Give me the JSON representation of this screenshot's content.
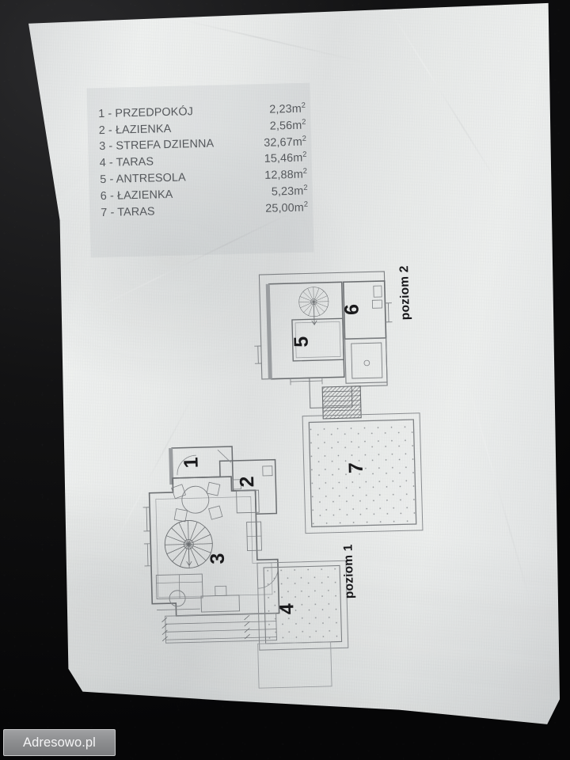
{
  "photo": {
    "subject": "printed apartment floor plan sheet photographed on a dark desk",
    "background_color": "#111113",
    "paper_color": "#e9ebea",
    "ink_color": "#55585c"
  },
  "legend": {
    "rows": [
      {
        "num": "1",
        "sep": "-",
        "name": "PRZEDPOKÓJ",
        "area": "2,23",
        "unit": "m",
        "exp": "2"
      },
      {
        "num": "2",
        "sep": "-",
        "name": "ŁAZIENKA",
        "area": "2,56",
        "unit": "m",
        "exp": "2"
      },
      {
        "num": "3",
        "sep": "-",
        "name": "STREFA DZIENNA",
        "area": "32,67",
        "unit": "m",
        "exp": "2"
      },
      {
        "num": "4",
        "sep": "-",
        "name": "TARAS",
        "area": "15,46",
        "unit": "m",
        "exp": "2"
      },
      {
        "num": "5",
        "sep": "-",
        "name": "ANTRESOLA",
        "area": "12,88",
        "unit": "m",
        "exp": "2"
      },
      {
        "num": "6",
        "sep": "-",
        "name": "ŁAZIENKA",
        "area": "5,23",
        "unit": "m",
        "exp": "2"
      },
      {
        "num": "7",
        "sep": "-",
        "name": "TARAS",
        "area": "25,00",
        "unit": "m",
        "exp": "2"
      }
    ]
  },
  "plan": {
    "levels": [
      {
        "id": "upper",
        "label": "poziom 2"
      },
      {
        "id": "lower",
        "label": "poziom 1"
      }
    ],
    "room_numbers": {
      "r1": "1",
      "r2": "2",
      "r3": "3",
      "r4": "4",
      "r5": "5",
      "r6": "6",
      "r7": "7"
    }
  },
  "watermark": {
    "text": "Adresowo.pl"
  }
}
